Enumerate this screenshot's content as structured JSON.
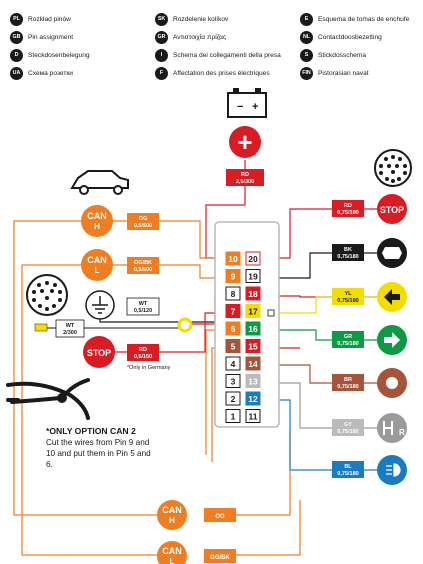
{
  "languages": [
    {
      "code": "PL",
      "text": "Rozkład pinów"
    },
    {
      "code": "SK",
      "text": "Rozdelenie kolíkov"
    },
    {
      "code": "E",
      "text": "Esquema de tomas de enchufe"
    },
    {
      "code": "GB",
      "text": "Pin assignment"
    },
    {
      "code": "GR",
      "text": "Αντιστοιχία πρίζας"
    },
    {
      "code": "NL",
      "text": "Contactdoosbezetting"
    },
    {
      "code": "D",
      "text": "Steckdosenbelegung"
    },
    {
      "code": "I",
      "text": "Schema dei collegamenti della presa"
    },
    {
      "code": "S",
      "text": "Stickdosschema"
    },
    {
      "code": "UA",
      "text": "Схема розетки"
    },
    {
      "code": "F",
      "text": "Affectation des prises électriques"
    },
    {
      "code": "FIN",
      "text": "Pistorasian navat"
    }
  ],
  "battery": {
    "plus_symbol": "+",
    "wire_code": "RD",
    "wire_spec": "2,5/300"
  },
  "can_buttons": [
    {
      "line1": "CAN",
      "line2": "H",
      "wire_code": "OG",
      "wire_spec": "0,5/500"
    },
    {
      "line1": "CAN",
      "line2": "L",
      "wire_code": "OG/BK",
      "wire_spec": "0,5/500"
    },
    {
      "line1": "CAN",
      "line2": "H",
      "wire_code": "OG",
      "wire_spec": ""
    },
    {
      "line1": "CAN",
      "line2": "L",
      "wire_code": "OG/BK",
      "wire_spec": ""
    }
  ],
  "ground": {
    "wire_code": "WT",
    "wire_spec": "0,5/120"
  },
  "wt_cable": {
    "wire_code": "WT",
    "wire_spec": "2/300"
  },
  "stop_left": {
    "label": "STOP",
    "wire_code": "RD",
    "wire_spec": "0,5/150",
    "note": "*Only in Germany"
  },
  "pins_left": [
    "10",
    "9",
    "8",
    "7",
    "6",
    "5",
    "4",
    "3",
    "2",
    "1"
  ],
  "pins_right": [
    "20",
    "19",
    "18",
    "17",
    "16",
    "15",
    "14",
    "13",
    "12",
    "11"
  ],
  "outputs": [
    {
      "label": "STOP",
      "wire_code": "RD",
      "wire_spec": "0,75/180",
      "color": "#d91c24"
    },
    {
      "label": "",
      "wire_code": "BK",
      "wire_spec": "0,75/180",
      "color": "#1a1a1a"
    },
    {
      "label": "",
      "wire_code": "YL",
      "wire_spec": "0,75/180",
      "color": "#f2dd00"
    },
    {
      "label": "",
      "wire_code": "GR",
      "wire_spec": "0,75/180",
      "color": "#0c9a45"
    },
    {
      "label": "",
      "wire_code": "BR",
      "wire_spec": "0,75/180",
      "color": "#a5543a"
    },
    {
      "label": "",
      "wire_code": "GY",
      "wire_spec": "0,75/180",
      "color": "#9b9b9b"
    },
    {
      "label": "",
      "wire_code": "BL",
      "wire_spec": "0,75/180",
      "color": "#1a7cc0"
    }
  ],
  "reverse_letter": "R",
  "note": {
    "heading": "*ONLY OPTION CAN 2",
    "body": "Cut the wires from Pin 9 and 10 and put them in Pin 5 and 6."
  },
  "colors": {
    "orange": "#ef7d22",
    "red": "#d91c24",
    "black": "#1a1a1a",
    "yellow": "#f2dd00",
    "green": "#0c9a45",
    "brown": "#a5543a",
    "gray": "#9b9b9b",
    "blue": "#1a7cc0"
  }
}
